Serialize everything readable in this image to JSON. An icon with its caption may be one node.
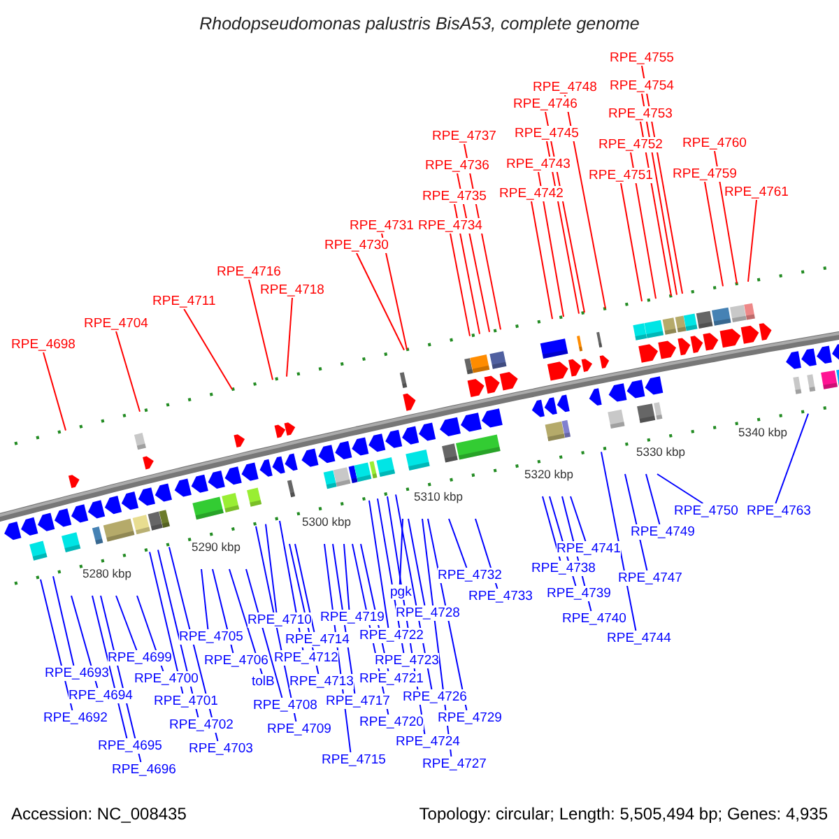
{
  "diagram": {
    "title": "Rhodopseudomonas palustris BisA53, complete genome",
    "nodes": [
      {
        "text": [
          "RPE_4698"
        ]
      },
      {
        "text": [
          "RPE_4704"
        ]
      },
      {
        "text": [
          "RPE_4711"
        ]
      },
      {
        "text": [
          "RPE_4716"
        ]
      },
      {
        "text": [
          "RPE_4718"
        ]
      },
      {
        "text": [
          "RPE_4730"
        ]
      },
      {
        "text": [
          "RPE_4731"
        ]
      },
      {
        "text": [
          "RPE_4734"
        ]
      },
      {
        "text": [
          "RPE_4735"
        ]
      },
      {
        "text": [
          "RPE_4736"
        ]
      },
      {
        "text": [
          "RPE_4737"
        ]
      },
      {
        "text": [
          "RPE_4742"
        ]
      },
      {
        "text": [
          "RPE_4743"
        ]
      },
      {
        "text": [
          "RPE_4745"
        ]
      },
      {
        "text": [
          "RPE_4746"
        ]
      },
      {
        "text": [
          "RPE_4748"
        ]
      },
      {
        "text": [
          "RPE_4751"
        ]
      },
      {
        "text": [
          "RPE_4752"
        ]
      },
      {
        "text": [
          "RPE_4753"
        ]
      },
      {
        "text": [
          "RPE_4754"
        ]
      },
      {
        "text": [
          "RPE_4755"
        ]
      },
      {
        "text": [
          "RPE_4759"
        ]
      },
      {
        "text": [
          "RPE_4760"
        ]
      },
      {
        "text": [
          "RPE_4761"
        ]
      },
      {
        "text": [
          "RPE_4692"
        ]
      },
      {
        "text": [
          "RPE_4693"
        ]
      },
      {
        "text": [
          "RPE_4694"
        ]
      },
      {
        "text": [
          "RPE_4695"
        ]
      },
      {
        "text": [
          "RPE_4696"
        ]
      },
      {
        "text": [
          "RPE_4699"
        ]
      },
      {
        "text": [
          "RPE_4700"
        ]
      },
      {
        "text": [
          "RPE_4701"
        ]
      },
      {
        "text": [
          "RPE_4702"
        ]
      },
      {
        "text": [
          "RPE_4703"
        ]
      },
      {
        "text": [
          "RPE_4705"
        ]
      },
      {
        "text": [
          "RPE_4706"
        ]
      },
      {
        "text": [
          "tolB"
        ]
      },
      {
        "text": [
          "RPE_4708"
        ]
      },
      {
        "text": [
          "RPE_4709"
        ]
      },
      {
        "text": [
          "RPE_4710"
        ]
      },
      {
        "text": [
          "RPE_4712"
        ]
      },
      {
        "text": [
          "RPE_4713"
        ]
      },
      {
        "text": [
          "RPE_4714"
        ]
      },
      {
        "text": [
          "RPE_4715"
        ]
      },
      {
        "text": [
          "RPE_4717"
        ]
      },
      {
        "text": [
          "RPE_4719"
        ]
      },
      {
        "text": [
          "RPE_4720"
        ]
      },
      {
        "text": [
          "RPE_4721"
        ]
      },
      {
        "text": [
          "RPE_4722"
        ]
      },
      {
        "text": [
          "RPE_4723"
        ]
      },
      {
        "text": [
          "RPE_4724"
        ]
      },
      {
        "text": [
          "RPE_4726"
        ]
      },
      {
        "text": [
          "RPE_4727"
        ]
      },
      {
        "text": [
          "pgk"
        ]
      },
      {
        "text": [
          "RPE_4728"
        ]
      },
      {
        "text": [
          "RPE_4729"
        ]
      },
      {
        "text": [
          "RPE_4732"
        ]
      },
      {
        "text": [
          "RPE_4733"
        ]
      },
      {
        "text": [
          "RPE_4738"
        ]
      },
      {
        "text": [
          "RPE_4739"
        ]
      },
      {
        "text": [
          "RPE_4740"
        ]
      },
      {
        "text": [
          "RPE_4741"
        ]
      },
      {
        "text": [
          "RPE_4744"
        ]
      },
      {
        "text": [
          "RPE_4747"
        ]
      },
      {
        "text": [
          "RPE_4749"
        ]
      },
      {
        "text": [
          "RPE_4750"
        ]
      },
      {
        "text": [
          "RPE_4763"
        ]
      }
    ],
    "edges": [
      {
        "from": 0,
        "to": null,
        "arrow": "none",
        "color": "#ff0000"
      },
      {
        "from": 1,
        "to": null,
        "arrow": "none",
        "color": "#ff0000"
      },
      {
        "from": 2,
        "to": null,
        "arrow": "none",
        "color": "#ff0000"
      },
      {
        "from": 3,
        "to": null,
        "arrow": "none",
        "color": "#ff0000"
      },
      {
        "from": 4,
        "to": null,
        "arrow": "none",
        "color": "#ff0000"
      },
      {
        "from": 5,
        "to": null,
        "arrow": "none",
        "color": "#ff0000"
      },
      {
        "from": 6,
        "to": null,
        "arrow": "none",
        "color": "#ff0000"
      },
      {
        "from": 7,
        "to": null,
        "arrow": "none",
        "color": "#ff0000"
      },
      {
        "from": 8,
        "to": null,
        "arrow": "none",
        "color": "#ff0000"
      },
      {
        "from": 9,
        "to": null,
        "arrow": "none",
        "color": "#ff0000"
      },
      {
        "from": 10,
        "to": null,
        "arrow": "none",
        "color": "#ff0000"
      },
      {
        "from": 11,
        "to": null,
        "arrow": "none",
        "color": "#ff0000"
      },
      {
        "from": 12,
        "to": null,
        "arrow": "none",
        "color": "#ff0000"
      },
      {
        "from": 13,
        "to": null,
        "arrow": "none",
        "color": "#ff0000"
      },
      {
        "from": 14,
        "to": null,
        "arrow": "none",
        "color": "#ff0000"
      },
      {
        "from": 15,
        "to": null,
        "arrow": "none",
        "color": "#ff0000"
      },
      {
        "from": 16,
        "to": null,
        "arrow": "none",
        "color": "#ff0000"
      },
      {
        "from": 17,
        "to": null,
        "arrow": "none",
        "color": "#ff0000"
      },
      {
        "from": 18,
        "to": null,
        "arrow": "none",
        "color": "#ff0000"
      },
      {
        "from": 19,
        "to": null,
        "arrow": "none",
        "color": "#ff0000"
      },
      {
        "from": 20,
        "to": null,
        "arrow": "none",
        "color": "#ff0000"
      },
      {
        "from": 21,
        "to": null,
        "arrow": "none",
        "color": "#ff0000"
      },
      {
        "from": 22,
        "to": null,
        "arrow": "none",
        "color": "#ff0000"
      },
      {
        "from": 23,
        "to": null,
        "arrow": "none",
        "color": "#ff0000"
      },
      {
        "from": 24,
        "to": null,
        "arrow": "none"
      },
      {
        "from": 25,
        "to": null,
        "arrow": "none"
      },
      {
        "from": 26,
        "to": null,
        "arrow": "none"
      },
      {
        "from": 27,
        "to": null,
        "arrow": "none"
      },
      {
        "from": 28,
        "to": null,
        "arrow": "none"
      },
      {
        "from": 29,
        "to": null,
        "arrow": "none"
      },
      {
        "from": 30,
        "to": null,
        "arrow": "none"
      },
      {
        "from": 31,
        "to": null,
        "arrow": "none"
      },
      {
        "from": 32,
        "to": null,
        "arrow": "none"
      },
      {
        "from": 33,
        "to": null,
        "arrow": "none"
      },
      {
        "from": 34,
        "to": null,
        "arrow": "none"
      },
      {
        "from": 35,
        "to": null,
        "arrow": "none"
      },
      {
        "from": 36,
        "to": null,
        "arrow": "none"
      },
      {
        "from": 37,
        "to": null,
        "arrow": "none"
      },
      {
        "from": 38,
        "to": null,
        "arrow": "none"
      },
      {
        "from": 39,
        "to": null,
        "arrow": "none"
      },
      {
        "from": 40,
        "to": null,
        "arrow": "none"
      },
      {
        "from": 41,
        "to": null,
        "arrow": "none"
      },
      {
        "from": 42,
        "to": null,
        "arrow": "none"
      },
      {
        "from": 43,
        "to": null,
        "arrow": "none"
      },
      {
        "from": 44,
        "to": null,
        "arrow": "none"
      },
      {
        "from": 45,
        "to": null,
        "arrow": "none"
      },
      {
        "from": 46,
        "to": null,
        "arrow": "none"
      },
      {
        "from": 47,
        "to": null,
        "arrow": "none"
      },
      {
        "from": 48,
        "to": null,
        "arrow": "none"
      },
      {
        "from": 49,
        "to": null,
        "arrow": "none"
      },
      {
        "from": 50,
        "to": null,
        "arrow": "none"
      },
      {
        "from": 51,
        "to": null,
        "arrow": "none"
      },
      {
        "from": 52,
        "to": null,
        "arrow": "none"
      },
      {
        "from": 53,
        "to": null,
        "arrow": "none"
      },
      {
        "from": 54,
        "to": null,
        "arrow": "none"
      },
      {
        "from": 55,
        "to": null,
        "arrow": "none"
      },
      {
        "from": 56,
        "to": null,
        "arrow": "none"
      },
      {
        "from": 57,
        "to": null,
        "arrow": "none"
      },
      {
        "from": 58,
        "to": null,
        "arrow": "none"
      },
      {
        "from": 59,
        "to": null,
        "arrow": "none"
      },
      {
        "from": 60,
        "to": null,
        "arrow": "none"
      },
      {
        "from": 61,
        "to": null,
        "arrow": "none"
      },
      {
        "from": 62,
        "to": null,
        "arrow": "none"
      },
      {
        "from": 63,
        "to": null,
        "arrow": "none"
      },
      {
        "from": 64,
        "to": null,
        "arrow": "none"
      },
      {
        "from": 65,
        "to": null,
        "arrow": "none"
      },
      {
        "from": 66,
        "to": null,
        "arrow": "none"
      }
    ],
    "labels": [
      "5280 kbp",
      "5290 kbp",
      "5300 kbp",
      "5310 kbp",
      "5320 kbp",
      "5330 kbp",
      "5340 kbp",
      "Accession: NC_008435",
      "Topology: circular; Length: 5,505,494 bp; Genes: 4,935"
    ]
  }
}
